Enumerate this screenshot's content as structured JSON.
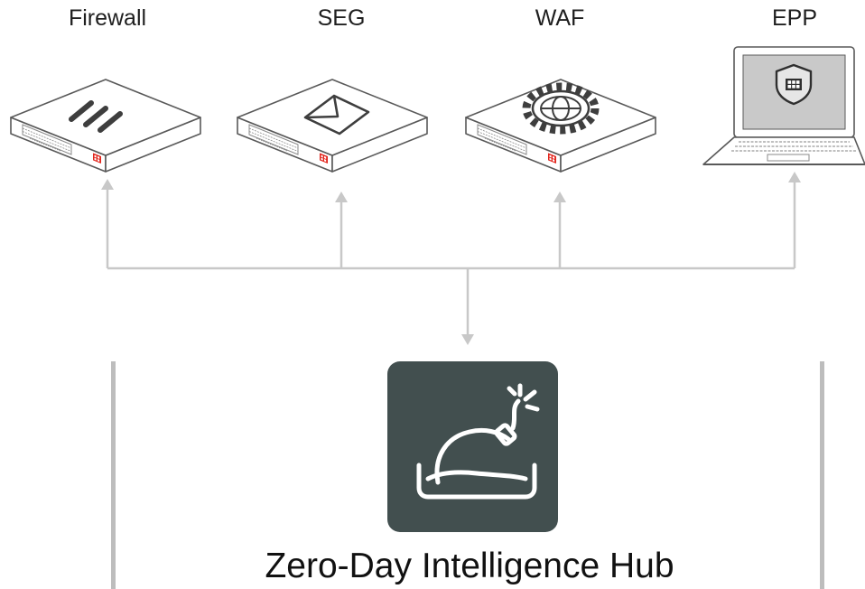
{
  "devices": [
    {
      "label": "Firewall",
      "icon": "firewall-icon"
    },
    {
      "label": "SEG",
      "icon": "envelope-icon"
    },
    {
      "label": "WAF",
      "icon": "gear-globe-icon"
    },
    {
      "label": "EPP",
      "icon": "shield-icon"
    }
  ],
  "hub": {
    "title": "Zero-Day Intelligence Hub",
    "icon": "bomb-icon"
  },
  "colors": {
    "connector": "#c8c8c8",
    "hub_tile": "#424f4f",
    "hub_icon": "#ffffff",
    "device_body": "#ffffff",
    "device_outline": "#595959",
    "accent": "#e2231a",
    "laptop_screen": "#c9c9c9"
  }
}
